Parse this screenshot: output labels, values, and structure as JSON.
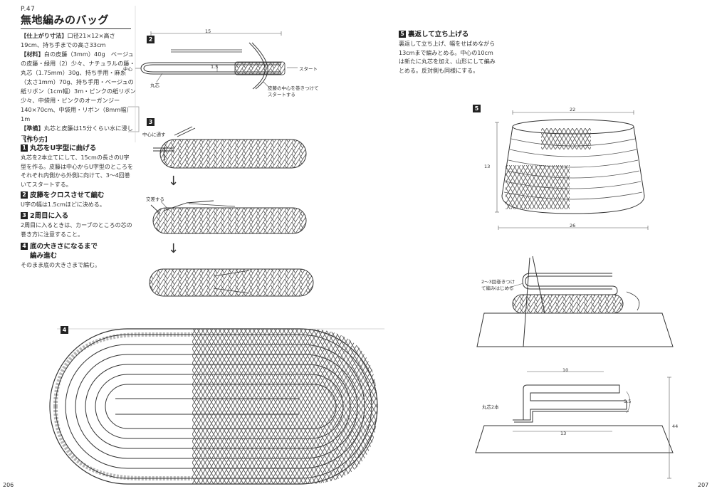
{
  "page_ref": "P.47",
  "title": "無地編みのバッグ",
  "spec": {
    "size_tag": "【仕上がり寸法】",
    "size_text": "口径21×12×高さ19cm、持ち手までの高さ33cm",
    "materials_tag": "【材料】",
    "materials_text": "白の皮籐（3mm）40g　ベージュの皮籐・緑用（2）少々、ナチュラルの籐・丸芯（1.75mm）30g、持ち手用・麻糸（太さ1mm）70g、持ち手用・ベージュの紙リボン（1cm幅）3m・ピンクの紙リボン少々、中袋用・ピンクのオーガンジー140×70cm、中袋用・リボン（8mm幅）1m",
    "prep_tag": "【準備】",
    "prep_text": "丸芯と皮籐は15分くらい水に浸しておく。"
  },
  "method_heading": "【作り方】",
  "steps": [
    {
      "num": "1",
      "title": "丸芯をU字型に曲げる",
      "body": "丸芯を2本立てにして、15cmの長さのU字型を作る。皮籐は中心からU字型のところをそれぞれ内側から外側に向けて、3～4回巻いてスタートする。"
    },
    {
      "num": "2",
      "title": "皮籐をクロスさせて編む",
      "body": "U字の幅は1.5cmほどに決める。"
    },
    {
      "num": "3",
      "title": "2周目に入る",
      "body": "2周目に入るときは、カーブのところの芯の巻き方に注意すること。"
    },
    {
      "num": "4",
      "title": "底の大きさになるまで",
      "title2": "編み進む",
      "body": "そのまま底の大きさまで編む。"
    },
    {
      "num": "5",
      "title": "裏返して立ち上げる",
      "body": "裏返して立ち上げ、幅をせばめながら13cmまで編みとめる。中心の10cmは新たに丸芯を加え、山形にして編みとめる。反対側も同様にする。"
    }
  ],
  "figures": {
    "fig2": {
      "badge": "2",
      "dim_15": "15",
      "dim_1_5": "1.5",
      "label_center": "中心",
      "label_core": "丸芯",
      "label_start": "スタート",
      "note": "皮籐の中心を巻きつけてスタートする"
    },
    "fig3": {
      "badge": "3",
      "label_center_pass": "中心に通す",
      "label_cross": "交差する"
    },
    "fig4": {
      "badge": "4"
    },
    "fig5": {
      "badge": "5",
      "dim_top": "22",
      "dim_height": "13",
      "dim_bottom": "26",
      "note_wrap": "2～3回巻きつけて編みはじめる",
      "dim_10": "10",
      "dim_5_5": "5.5",
      "label_two_cores": "丸芯2本",
      "dim_13": "13",
      "dim_44": "44"
    }
  },
  "page_left": "206",
  "page_right": "207"
}
